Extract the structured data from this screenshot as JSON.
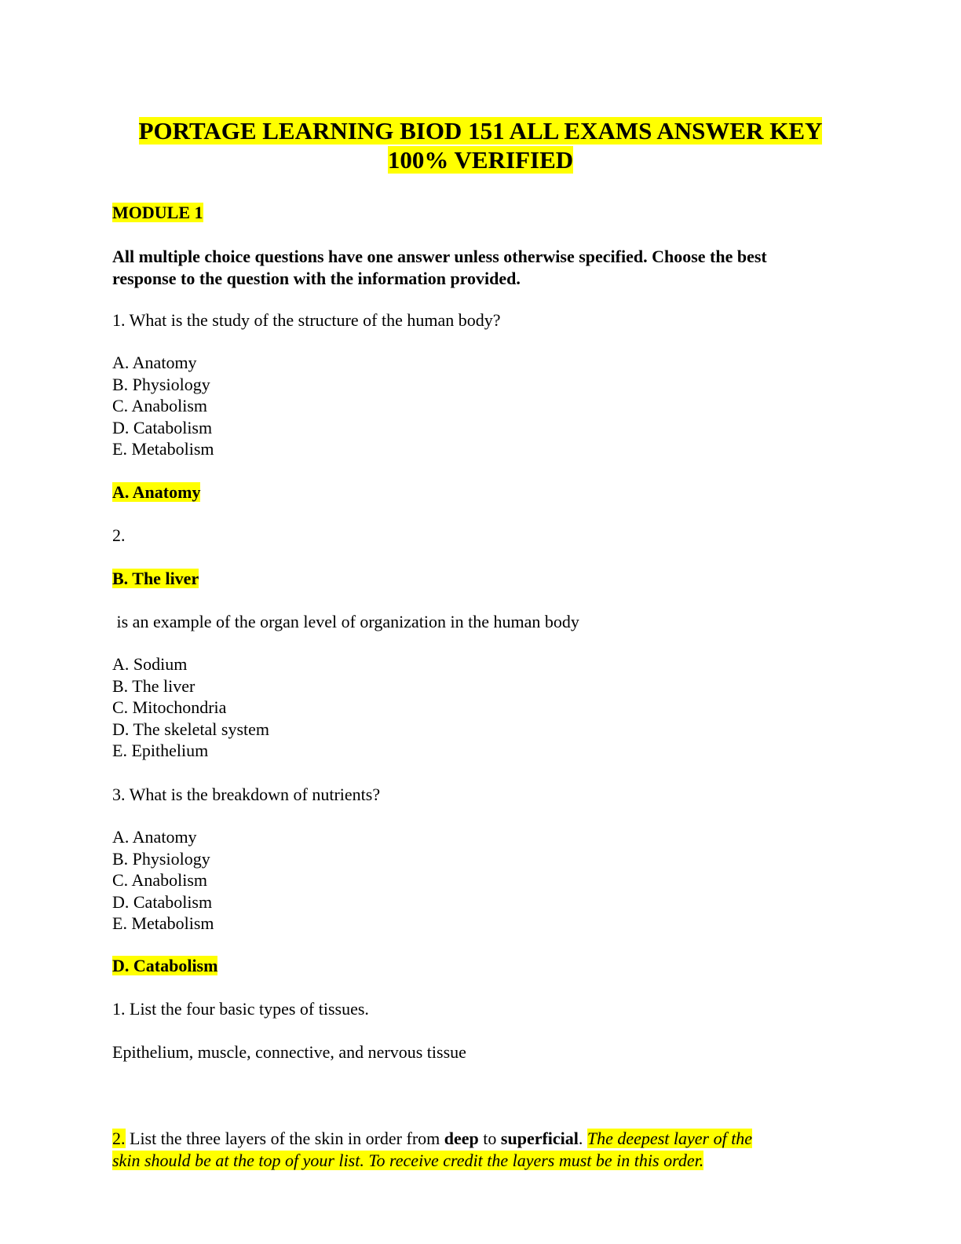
{
  "document": {
    "title_line1": "PORTAGE LEARNING BIOD 151 ALL EXAMS ANSWER KEY",
    "title_line2": "100% VERIFIED",
    "module_heading": "MODULE 1",
    "instructions_line1": "All multiple choice questions have one answer unless otherwise specified. Choose the best",
    "instructions_line2": "response to the question with the information provided.",
    "questions": [
      {
        "prompt": "1. What is the study of the structure of the human body?",
        "options": [
          "A. Anatomy",
          "B. Physiology",
          "C. Anabolism",
          "D. Catabolism",
          "E. Metabolism"
        ],
        "answer": "A. Anatomy"
      },
      {
        "number": "2.",
        "answer": "B. The liver",
        "prompt": " is an example of the organ level of organization in the human body",
        "options": [
          "A. Sodium",
          "B. The liver",
          "C. Mitochondria",
          "D. The skeletal system",
          "E. Epithelium"
        ]
      },
      {
        "prompt": "3. What is the breakdown of nutrients?",
        "options": [
          "A. Anatomy",
          "B. Physiology",
          "C. Anabolism",
          "D. Catabolism",
          "E. Metabolism"
        ],
        "answer": "D. Catabolism"
      }
    ],
    "short_answer_1": {
      "prompt": "1. List the four basic types of tissues.",
      "answer": "Epithelium, muscle, connective, and nervous tissue"
    },
    "short_answer_2": {
      "number": "2.",
      "text_a": " List the three layers of the skin in order from ",
      "word_deep": "deep",
      "text_to": " to ",
      "word_superficial": "superficial",
      "period": ". ",
      "italic_line1": "The deepest layer of the",
      "italic_line2": "skin should be at the top of your list. To receive credit the layers must be in this order."
    }
  }
}
